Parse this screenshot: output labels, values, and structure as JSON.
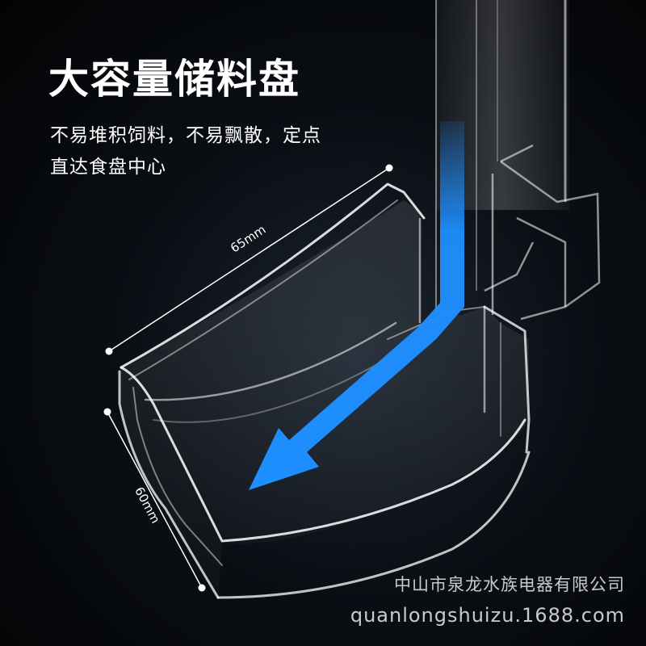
{
  "headline": "大容量储料盘",
  "description": {
    "line1": "不易堆积饲料，不易飘散，定点",
    "line2": "直达食盘中心"
  },
  "dimensions": {
    "length_label": "65mm",
    "height_label": "60mm"
  },
  "watermark": {
    "company": "中山市泉龙水族电器有限公司",
    "site": "quanlongshuizu.1688.com"
  },
  "colors": {
    "background": "#05080c",
    "flow_arrow": "#1e8fff",
    "text": "#ffffff"
  },
  "icons": {
    "flow_arrow": "arrow-down-left-icon"
  }
}
